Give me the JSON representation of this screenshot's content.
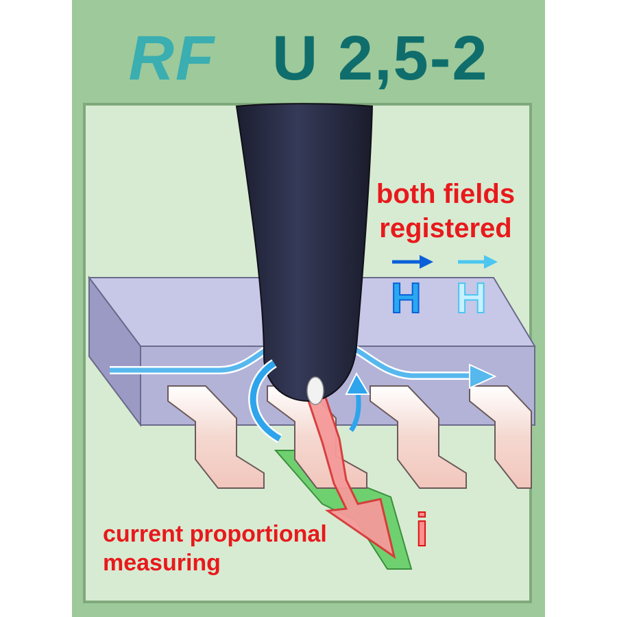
{
  "title": {
    "prefix": "RF",
    "model": "U 2,5-2"
  },
  "labels": {
    "fields_line1": "both fields",
    "fields_line2": "registered",
    "current_line1": "current proportional",
    "current_line2": "measuring",
    "current_symbol": "i"
  },
  "field_symbols": {
    "electric": "H",
    "magnetic": "H"
  },
  "colors": {
    "background": "#9ec99a",
    "panel": "#d7ebd2",
    "title_prefix": "#3aaeb0",
    "title_model": "#0f6e6c",
    "label_red": "#e8191c",
    "probe": "#2c2f45",
    "field_arrow": "#3aaeea"
  }
}
